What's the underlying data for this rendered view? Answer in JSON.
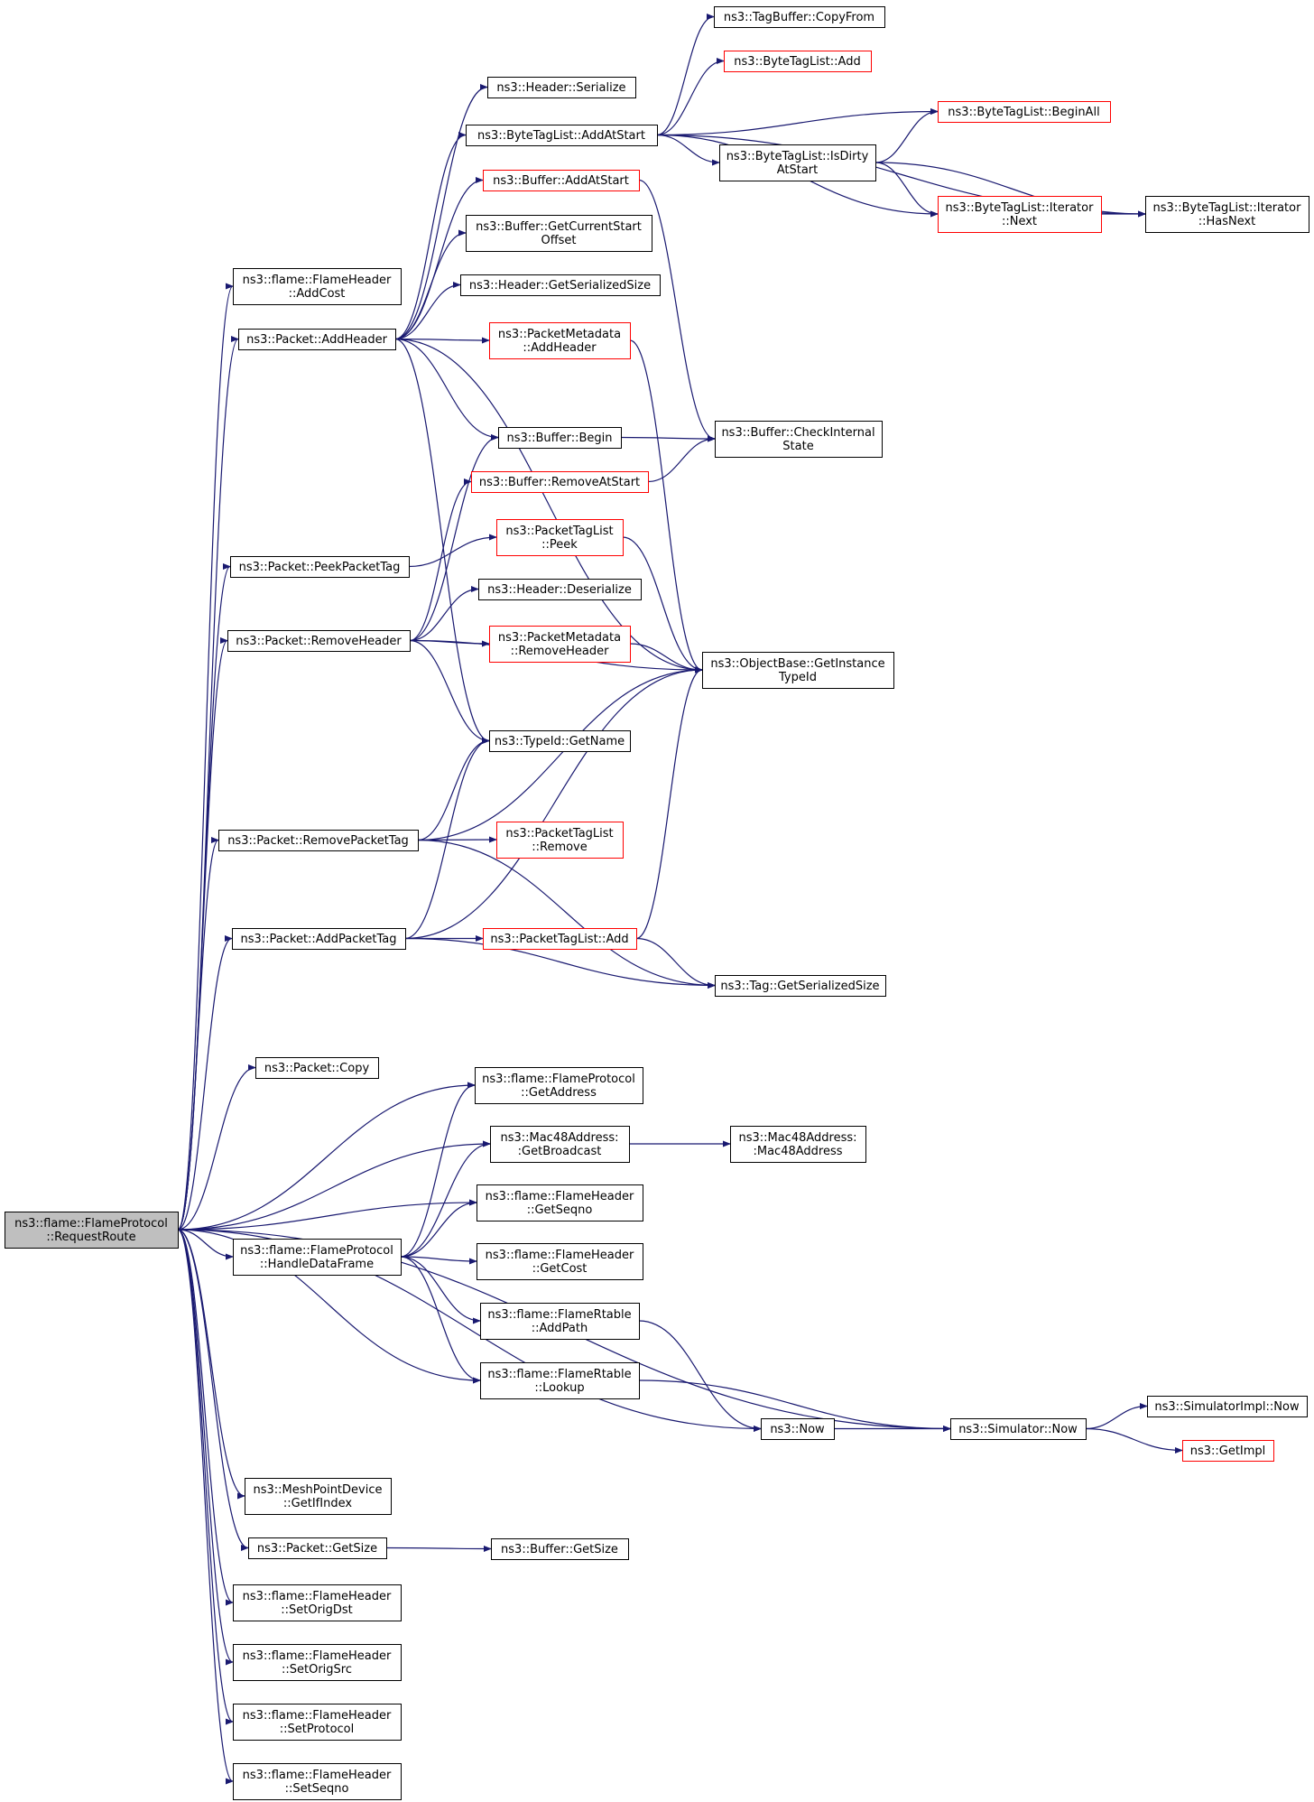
{
  "colors": {
    "edge": "#191970",
    "border_normal": "#000000",
    "border_truncated": "#ff0000",
    "fill_normal": "#ffffff",
    "fill_root": "#bfbfbf"
  },
  "nodes": {
    "request_route": {
      "lines": [
        "ns3::flame::FlameProtocol",
        "::RequestRoute"
      ],
      "variant": "root"
    },
    "add_cost": {
      "lines": [
        "ns3::flame::FlameHeader",
        "::AddCost"
      ],
      "variant": "normal"
    },
    "packet_add_header": {
      "lines": [
        "ns3::Packet::AddHeader"
      ],
      "variant": "normal"
    },
    "packet_peek_packet_tag": {
      "lines": [
        "ns3::Packet::PeekPacketTag"
      ],
      "variant": "normal"
    },
    "packet_remove_header": {
      "lines": [
        "ns3::Packet::RemoveHeader"
      ],
      "variant": "normal"
    },
    "packet_remove_packet_tag": {
      "lines": [
        "ns3::Packet::RemovePacketTag"
      ],
      "variant": "normal"
    },
    "packet_add_packet_tag": {
      "lines": [
        "ns3::Packet::AddPacketTag"
      ],
      "variant": "normal"
    },
    "packet_copy": {
      "lines": [
        "ns3::Packet::Copy"
      ],
      "variant": "normal"
    },
    "handle_data_frame": {
      "lines": [
        "ns3::flame::FlameProtocol",
        "::HandleDataFrame"
      ],
      "variant": "normal"
    },
    "mesh_get_if_index": {
      "lines": [
        "ns3::MeshPointDevice",
        "::GetIfIndex"
      ],
      "variant": "normal"
    },
    "packet_get_size": {
      "lines": [
        "ns3::Packet::GetSize"
      ],
      "variant": "normal"
    },
    "set_orig_dst": {
      "lines": [
        "ns3::flame::FlameHeader",
        "::SetOrigDst"
      ],
      "variant": "normal"
    },
    "set_orig_src": {
      "lines": [
        "ns3::flame::FlameHeader",
        "::SetOrigSrc"
      ],
      "variant": "normal"
    },
    "set_protocol": {
      "lines": [
        "ns3::flame::FlameHeader",
        "::SetProtocol"
      ],
      "variant": "normal"
    },
    "set_seqno": {
      "lines": [
        "ns3::flame::FlameHeader",
        "::SetSeqno"
      ],
      "variant": "normal"
    },
    "header_serialize": {
      "lines": [
        "ns3::Header::Serialize"
      ],
      "variant": "normal"
    },
    "bytetaglist_add_at_start": {
      "lines": [
        "ns3::ByteTagList::AddAtStart"
      ],
      "variant": "normal"
    },
    "buffer_add_at_start": {
      "lines": [
        "ns3::Buffer::AddAtStart"
      ],
      "variant": "truncated"
    },
    "buffer_get_current_start_offset": {
      "lines": [
        "ns3::Buffer::GetCurrentStart",
        "Offset"
      ],
      "variant": "normal"
    },
    "header_get_serialized_size": {
      "lines": [
        "ns3::Header::GetSerializedSize"
      ],
      "variant": "normal"
    },
    "packet_metadata_add_header": {
      "lines": [
        "ns3::PacketMetadata",
        "::AddHeader"
      ],
      "variant": "truncated"
    },
    "buffer_begin": {
      "lines": [
        "ns3::Buffer::Begin"
      ],
      "variant": "normal"
    },
    "buffer_remove_at_start": {
      "lines": [
        "ns3::Buffer::RemoveAtStart"
      ],
      "variant": "truncated"
    },
    "packet_tag_list_peek": {
      "lines": [
        "ns3::PacketTagList",
        "::Peek"
      ],
      "variant": "truncated"
    },
    "header_deserialize": {
      "lines": [
        "ns3::Header::Deserialize"
      ],
      "variant": "normal"
    },
    "packet_metadata_remove_header": {
      "lines": [
        "ns3::PacketMetadata",
        "::RemoveHeader"
      ],
      "variant": "truncated"
    },
    "typeid_get_name": {
      "lines": [
        "ns3::TypeId::GetName"
      ],
      "variant": "normal"
    },
    "packet_tag_list_remove": {
      "lines": [
        "ns3::PacketTagList",
        "::Remove"
      ],
      "variant": "truncated"
    },
    "packet_tag_list_add": {
      "lines": [
        "ns3::PacketTagList::Add"
      ],
      "variant": "truncated"
    },
    "flame_protocol_get_address": {
      "lines": [
        "ns3::flame::FlameProtocol",
        "::GetAddress"
      ],
      "variant": "normal"
    },
    "mac48_get_broadcast": {
      "lines": [
        "ns3::Mac48Address:",
        ":GetBroadcast"
      ],
      "variant": "normal"
    },
    "flame_header_get_seqno": {
      "lines": [
        "ns3::flame::FlameHeader",
        "::GetSeqno"
      ],
      "variant": "normal"
    },
    "flame_header_get_cost": {
      "lines": [
        "ns3::flame::FlameHeader",
        "::GetCost"
      ],
      "variant": "normal"
    },
    "rtable_add_path": {
      "lines": [
        "ns3::flame::FlameRtable",
        "::AddPath"
      ],
      "variant": "normal"
    },
    "rtable_lookup": {
      "lines": [
        "ns3::flame::FlameRtable",
        "::Lookup"
      ],
      "variant": "normal"
    },
    "ns3_now": {
      "lines": [
        "ns3::Now"
      ],
      "variant": "normal"
    },
    "buffer_get_size": {
      "lines": [
        "ns3::Buffer::GetSize"
      ],
      "variant": "normal"
    },
    "tagbuffer_copy_from": {
      "lines": [
        "ns3::TagBuffer::CopyFrom"
      ],
      "variant": "normal"
    },
    "bytetaglist_add": {
      "lines": [
        "ns3::ByteTagList::Add"
      ],
      "variant": "truncated"
    },
    "bytetaglist_begin_all": {
      "lines": [
        "ns3::ByteTagList::BeginAll"
      ],
      "variant": "truncated"
    },
    "bytetaglist_is_dirty_at_start": {
      "lines": [
        "ns3::ByteTagList::IsDirty",
        "AtStart"
      ],
      "variant": "normal"
    },
    "bytetaglist_iterator_next": {
      "lines": [
        "ns3::ByteTagList::Iterator",
        "::Next"
      ],
      "variant": "truncated"
    },
    "buffer_check_internal_state": {
      "lines": [
        "ns3::Buffer::CheckInternal",
        "State"
      ],
      "variant": "normal"
    },
    "objectbase_get_instance_typeid": {
      "lines": [
        "ns3::ObjectBase::GetInstance",
        "TypeId"
      ],
      "variant": "normal"
    },
    "tag_get_serialized_size": {
      "lines": [
        "ns3::Tag::GetSerializedSize"
      ],
      "variant": "normal"
    },
    "mac48_mac48address": {
      "lines": [
        "ns3::Mac48Address:",
        ":Mac48Address"
      ],
      "variant": "normal"
    },
    "simulator_now": {
      "lines": [
        "ns3::Simulator::Now"
      ],
      "variant": "normal"
    },
    "bytetaglist_iterator_has_next": {
      "lines": [
        "ns3::ByteTagList::Iterator",
        "::HasNext"
      ],
      "variant": "normal"
    },
    "simulator_impl_now": {
      "lines": [
        "ns3::SimulatorImpl::Now"
      ],
      "variant": "normal"
    },
    "get_impl": {
      "lines": [
        "ns3::GetImpl"
      ],
      "variant": "truncated"
    }
  },
  "edges": [
    [
      "request_route",
      "add_cost"
    ],
    [
      "request_route",
      "packet_add_header"
    ],
    [
      "request_route",
      "packet_peek_packet_tag"
    ],
    [
      "request_route",
      "packet_remove_header"
    ],
    [
      "request_route",
      "packet_remove_packet_tag"
    ],
    [
      "request_route",
      "packet_add_packet_tag"
    ],
    [
      "request_route",
      "packet_copy"
    ],
    [
      "request_route",
      "flame_protocol_get_address"
    ],
    [
      "request_route",
      "mac48_get_broadcast"
    ],
    [
      "request_route",
      "flame_header_get_seqno"
    ],
    [
      "request_route",
      "handle_data_frame"
    ],
    [
      "request_route",
      "rtable_lookup"
    ],
    [
      "request_route",
      "ns3_now"
    ],
    [
      "request_route",
      "simulator_now"
    ],
    [
      "request_route",
      "mesh_get_if_index"
    ],
    [
      "request_route",
      "packet_get_size"
    ],
    [
      "request_route",
      "set_orig_dst"
    ],
    [
      "request_route",
      "set_orig_src"
    ],
    [
      "request_route",
      "set_protocol"
    ],
    [
      "request_route",
      "set_seqno"
    ],
    [
      "packet_add_header",
      "header_serialize"
    ],
    [
      "packet_add_header",
      "bytetaglist_add_at_start"
    ],
    [
      "packet_add_header",
      "buffer_add_at_start"
    ],
    [
      "packet_add_header",
      "buffer_get_current_start_offset"
    ],
    [
      "packet_add_header",
      "header_get_serialized_size"
    ],
    [
      "packet_add_header",
      "packet_metadata_add_header"
    ],
    [
      "packet_add_header",
      "buffer_begin"
    ],
    [
      "packet_add_header",
      "objectbase_get_instance_typeid"
    ],
    [
      "packet_add_header",
      "typeid_get_name"
    ],
    [
      "packet_peek_packet_tag",
      "packet_tag_list_peek"
    ],
    [
      "packet_remove_header",
      "buffer_begin"
    ],
    [
      "packet_remove_header",
      "buffer_remove_at_start"
    ],
    [
      "packet_remove_header",
      "header_deserialize"
    ],
    [
      "packet_remove_header",
      "packet_metadata_remove_header"
    ],
    [
      "packet_remove_header",
      "objectbase_get_instance_typeid"
    ],
    [
      "packet_remove_header",
      "typeid_get_name"
    ],
    [
      "packet_remove_packet_tag",
      "typeid_get_name"
    ],
    [
      "packet_remove_packet_tag",
      "objectbase_get_instance_typeid"
    ],
    [
      "packet_remove_packet_tag",
      "packet_tag_list_remove"
    ],
    [
      "packet_remove_packet_tag",
      "tag_get_serialized_size"
    ],
    [
      "packet_add_packet_tag",
      "typeid_get_name"
    ],
    [
      "packet_add_packet_tag",
      "objectbase_get_instance_typeid"
    ],
    [
      "packet_add_packet_tag",
      "packet_tag_list_add"
    ],
    [
      "packet_add_packet_tag",
      "tag_get_serialized_size"
    ],
    [
      "bytetaglist_add_at_start",
      "tagbuffer_copy_from"
    ],
    [
      "bytetaglist_add_at_start",
      "bytetaglist_add"
    ],
    [
      "bytetaglist_add_at_start",
      "bytetaglist_begin_all"
    ],
    [
      "bytetaglist_add_at_start",
      "bytetaglist_is_dirty_at_start"
    ],
    [
      "bytetaglist_add_at_start",
      "bytetaglist_iterator_next"
    ],
    [
      "bytetaglist_add_at_start",
      "bytetaglist_iterator_has_next"
    ],
    [
      "bytetaglist_is_dirty_at_start",
      "bytetaglist_begin_all"
    ],
    [
      "bytetaglist_is_dirty_at_start",
      "bytetaglist_iterator_next"
    ],
    [
      "bytetaglist_is_dirty_at_start",
      "bytetaglist_iterator_has_next"
    ],
    [
      "bytetaglist_iterator_next",
      "bytetaglist_iterator_has_next"
    ],
    [
      "buffer_add_at_start",
      "buffer_check_internal_state"
    ],
    [
      "buffer_begin",
      "buffer_check_internal_state"
    ],
    [
      "buffer_remove_at_start",
      "buffer_check_internal_state"
    ],
    [
      "packet_metadata_add_header",
      "objectbase_get_instance_typeid"
    ],
    [
      "packet_tag_list_peek",
      "objectbase_get_instance_typeid"
    ],
    [
      "packet_metadata_remove_header",
      "objectbase_get_instance_typeid"
    ],
    [
      "packet_tag_list_add",
      "objectbase_get_instance_typeid"
    ],
    [
      "packet_tag_list_add",
      "tag_get_serialized_size"
    ],
    [
      "handle_data_frame",
      "flame_protocol_get_address"
    ],
    [
      "handle_data_frame",
      "mac48_get_broadcast"
    ],
    [
      "handle_data_frame",
      "flame_header_get_seqno"
    ],
    [
      "handle_data_frame",
      "flame_header_get_cost"
    ],
    [
      "handle_data_frame",
      "rtable_add_path"
    ],
    [
      "handle_data_frame",
      "rtable_lookup"
    ],
    [
      "mac48_get_broadcast",
      "mac48_mac48address"
    ],
    [
      "rtable_add_path",
      "ns3_now"
    ],
    [
      "rtable_lookup",
      "simulator_now"
    ],
    [
      "ns3_now",
      "simulator_now"
    ],
    [
      "packet_get_size",
      "buffer_get_size"
    ],
    [
      "simulator_now",
      "simulator_impl_now"
    ],
    [
      "simulator_now",
      "get_impl"
    ]
  ]
}
